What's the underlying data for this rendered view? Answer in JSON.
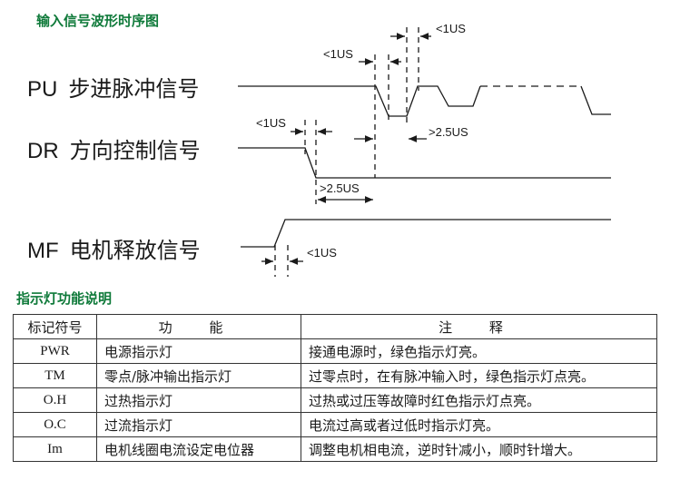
{
  "timing_title": "输入信号波形时序图",
  "signals": {
    "pu": {
      "code": "PU",
      "name": "步进脉冲信号"
    },
    "dr": {
      "code": "DR",
      "name": "方向控制信号"
    },
    "mf": {
      "code": "MF",
      "name": "电机释放信号"
    }
  },
  "annotations": {
    "pu_high_width": "<1US",
    "pu_low_width": "<1US",
    "dr_setup": "<1US",
    "dr_to_pu": ">2.5US",
    "dr_lead": ">2.5US",
    "mf_rise": "<1US"
  },
  "indicator_title": "指示灯功能说明",
  "table": {
    "headers": [
      "标记符号",
      "功 能",
      "注 释"
    ],
    "rows": [
      [
        "PWR",
        "电源指示灯",
        "接通电源时，绿色指示灯亮。"
      ],
      [
        "TM",
        "零点/脉冲输出指示灯",
        "过零点时，在有脉冲输入时，绿色指示灯点亮。"
      ],
      [
        "O.H",
        "过热指示灯",
        "过热或过压等故障时红色指示灯点亮。"
      ],
      [
        "O.C",
        "过流指示灯",
        "电流过高或者过低时指示灯亮。"
      ],
      [
        "Im",
        "电机线圈电流设定电位器",
        "调整电机相电流，逆时针减小，顺时针增大。"
      ]
    ]
  },
  "colors": {
    "heading": "#0f7a3a",
    "line": "#1a1a1a"
  }
}
